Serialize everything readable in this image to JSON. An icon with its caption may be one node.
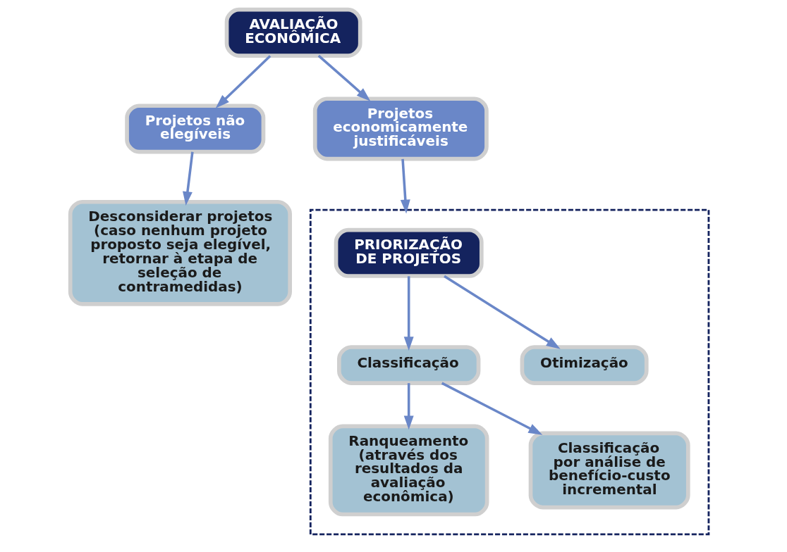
{
  "diagram": {
    "nodes": [
      {
        "text": [
          "AVALIAÇÃO ECONÔMICA"
        ]
      },
      {
        "text": [
          "Projetos não elegíveis"
        ]
      },
      {
        "text": [
          "Projetos economicamente justificáveis"
        ]
      },
      {
        "text": [
          "Desconsiderar projetos (caso nenhum projeto proposto seja elegível, retornar à etapa de seleção de contramedidas)"
        ]
      },
      {
        "text": [],
        "shape": "box"
      },
      {
        "text": [
          "PRIORIZAÇÃO DE PROJETOS"
        ],
        "in": 4
      },
      {
        "text": [
          "Classificação"
        ],
        "in": 4
      },
      {
        "text": [
          "Otimização"
        ],
        "in": 4
      },
      {
        "text": [
          "Ranqueamento (através dos resultados da avaliação econômica)"
        ],
        "in": 4
      },
      {
        "text": [
          "Classificação por análise de benefício-custo incremental"
        ],
        "in": 4
      }
    ],
    "edges": [
      {
        "from": 0,
        "to": 1,
        "arrow": "to"
      },
      {
        "from": 0,
        "to": 2,
        "arrow": "to"
      },
      {
        "from": 1,
        "to": 3,
        "arrow": "to"
      },
      {
        "from": 2,
        "to": 4,
        "arrow": "to"
      },
      {
        "from": 5,
        "to": 6,
        "arrow": "to"
      },
      {
        "from": 5,
        "to": 7,
        "arrow": "to"
      },
      {
        "from": 6,
        "to": 8,
        "arrow": "to"
      },
      {
        "from": 6,
        "to": 9,
        "arrow": "to"
      }
    ]
  }
}
